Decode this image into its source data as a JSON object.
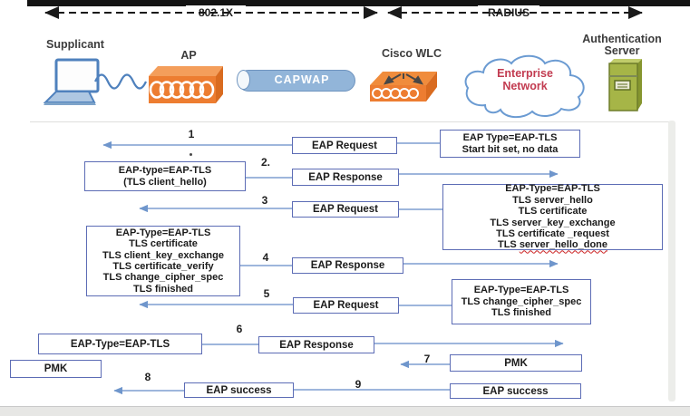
{
  "topology": {
    "spans": {
      "dot1x": "802.1X",
      "radius": "RADIUS"
    },
    "nodes": {
      "supplicant": "Supplicant",
      "ap": "AP",
      "capwap": "CAPWAP",
      "wlc": "Cisco WLC",
      "cloud_line1": "Enterprise",
      "cloud_line2": "Network",
      "auth_line1": "Authentication",
      "auth_line2": "Server"
    }
  },
  "flow": {
    "r1": {
      "num": "1",
      "box": "EAP Request",
      "note": [
        "EAP Type=EAP-TLS",
        "Start bit set, no data"
      ]
    },
    "r2": {
      "num": "2.",
      "box": "EAP Response",
      "note": [
        "EAP-type=EAP-TLS",
        "(TLS client_hello)"
      ]
    },
    "r3": {
      "num": "3",
      "box": "EAP Request",
      "note": [
        "EAP-Type=EAP-TLS",
        "TLS server_hello",
        "TLS certificate",
        "TLS server_key_exchange",
        "TLS certificate _request"
      ],
      "note_last_prefix": "TLS ",
      "note_last_word": "server_hello_done"
    },
    "r4": {
      "num": "4",
      "box": "EAP Response",
      "note": [
        "EAP-Type=EAP-TLS",
        "TLS certificate",
        "TLS client_key_exchange",
        "TLS certificate_verify",
        "TLS change_cipher_spec",
        "TLS finished"
      ]
    },
    "r5": {
      "num": "5",
      "box": "EAP Request",
      "note": [
        "EAP-Type=EAP-TLS",
        "TLS change_cipher_spec",
        "TLS finished"
      ]
    },
    "r6": {
      "num": "6",
      "box": "EAP Response",
      "note": [
        "EAP-Type=EAP-TLS"
      ]
    },
    "r7": {
      "num": "7",
      "left_box": "PMK",
      "right_box": "PMK"
    },
    "r8": {
      "num": "8",
      "box": "EAP success"
    },
    "r9": {
      "num": "9",
      "box": "EAP success"
    }
  },
  "colors": {
    "top_bar": "#141414",
    "flow_line": "#7f9ed0",
    "box_border": "#5c6cb5",
    "ap_orange": "#ed7d31",
    "tube_blue": "#92b5d9",
    "cloud_stroke": "#6b9bd2",
    "cloud_text_red": "#c23b50",
    "server_green": "#a6b547",
    "squiggle_red": "#cc2222"
  }
}
